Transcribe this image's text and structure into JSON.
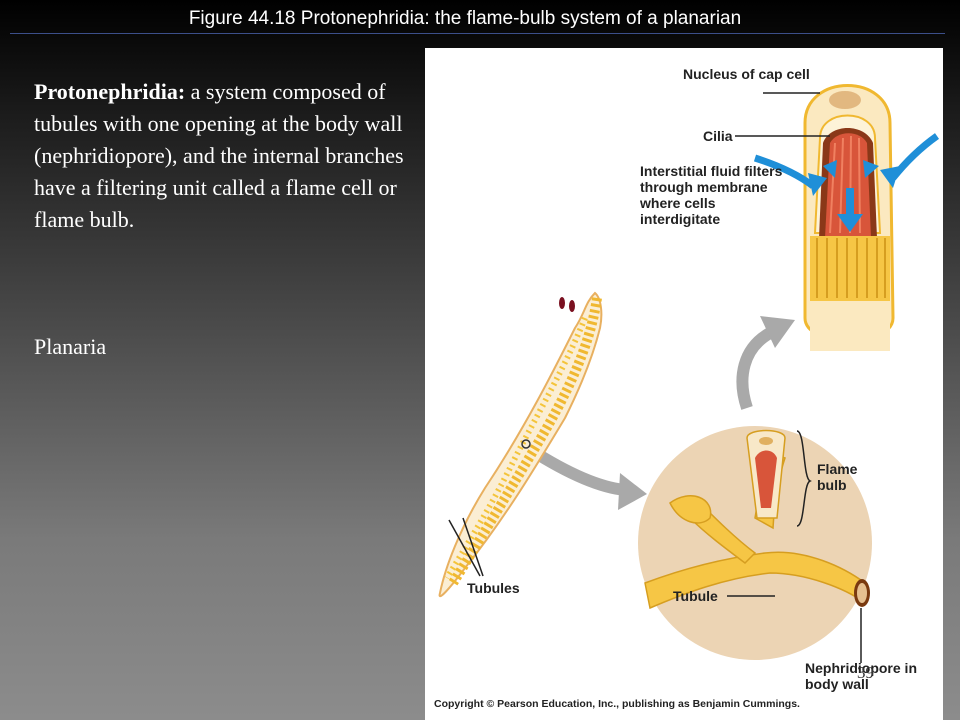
{
  "slide": {
    "title": "Figure 44.18  Protonephridia: the flame-bulb system of a planarian",
    "term": "Protonephridia:",
    "definition": " a system composed of tubules with one opening at the body wall (nephridiopore), and the internal branches have a filtering unit called a flame cell or flame bulb.",
    "caption": "Planaria",
    "number": "39"
  },
  "figure": {
    "labels": {
      "nucleus_cap_cell": "Nucleus of cap cell",
      "cilia": "Cilia",
      "interstitial_fluid": "Interstitial fluid filters through membrane where cells interdigitate",
      "flame_bulb": "Flame bulb",
      "tubules": "Tubules",
      "tubule": "Tubule",
      "nephridiopore": "Nephridiopore in body wall"
    },
    "copyright": "Copyright © Pearson Education, Inc., publishing as Benjamin Cummings."
  },
  "colors": {
    "tubule_yellow": "#f4c43a",
    "bulb_red": "#d8553a",
    "arrow_blue": "#1f8fd8",
    "circle_beige": "#ecd4b4"
  }
}
